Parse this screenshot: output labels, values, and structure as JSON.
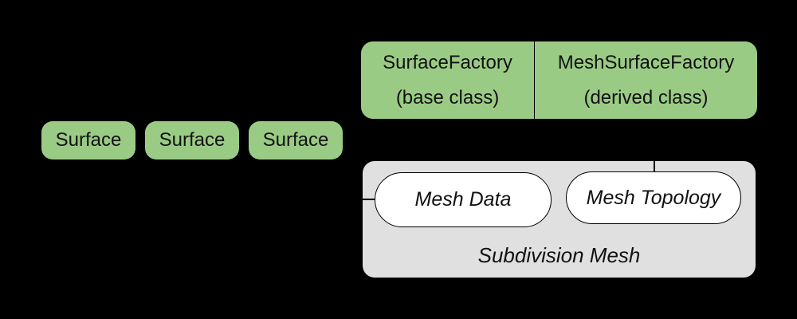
{
  "diagram": {
    "background_color": "#000000",
    "colors": {
      "node_green": "#9ACB85",
      "container_gray": "#E0E0E0",
      "oval_white": "#FFFFFF",
      "line_black": "#000000",
      "text": "#111111"
    },
    "surface_nodes": [
      {
        "label": "Surface"
      },
      {
        "label": "Surface"
      },
      {
        "label": "Surface"
      }
    ],
    "factory": {
      "base": {
        "title": "SurfaceFactory",
        "subtitle": "(base class)"
      },
      "derived": {
        "title": "MeshSurfaceFactory",
        "subtitle": "(derived class)"
      }
    },
    "subdivision": {
      "ovals": [
        {
          "label": "Mesh Data"
        },
        {
          "label": "Mesh Topology"
        }
      ],
      "caption": "Subdivision Mesh"
    }
  }
}
